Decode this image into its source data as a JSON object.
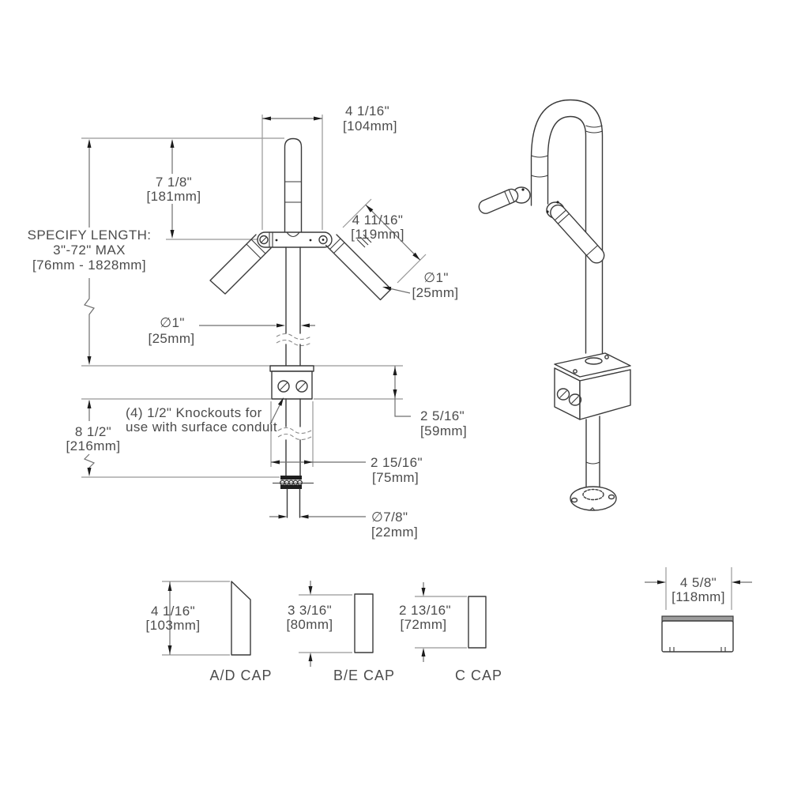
{
  "front": {
    "spout_width_in": "4 1/16\"",
    "spout_width_mm": "[104mm]",
    "spout_height_in": "7 1/8\"",
    "spout_height_mm": "[181mm]",
    "specify1": "SPECIFY LENGTH:",
    "specify2": "3\"-72\" MAX",
    "specify3": "[76mm - 1828mm]",
    "arm_length_in": "4 11/16\"",
    "arm_length_mm": "[119mm]",
    "arm_dia_in": "∅1\"",
    "arm_dia_mm": "[25mm]",
    "pipe_dia_in": "∅1\"",
    "pipe_dia_mm": "[25mm]",
    "knockouts1": "(4) 1/2\" Knockouts for",
    "knockouts2": "use with surface conduit",
    "box_height_in": "2 5/16\"",
    "box_height_mm": "[59mm]",
    "base_height_in": "8 1/2\"",
    "base_height_mm": "[216mm]",
    "box_width_in": "2 15/16\"",
    "box_width_mm": "[75mm]",
    "shank_dia_in": "∅7/8\"",
    "shank_dia_mm": "[22mm]"
  },
  "caps": {
    "ad": {
      "dim_in": "4 1/16\"",
      "dim_mm": "[103mm]",
      "label": "A/D CAP"
    },
    "be": {
      "dim_in": "3 3/16\"",
      "dim_mm": "[80mm]",
      "label": "B/E CAP"
    },
    "c": {
      "dim_in": "2 13/16\"",
      "dim_mm": "[72mm]",
      "label": "C CAP"
    },
    "box": {
      "dim_in": "4 5/8\"",
      "dim_mm": "[118mm]"
    }
  },
  "colors": {
    "line": "#3a3a3a",
    "extension_line": "#989898",
    "dimension_line": "#6f6f6f",
    "arrow": "#1c1c1c",
    "text": "#4c4c4c",
    "background": "#ffffff"
  }
}
